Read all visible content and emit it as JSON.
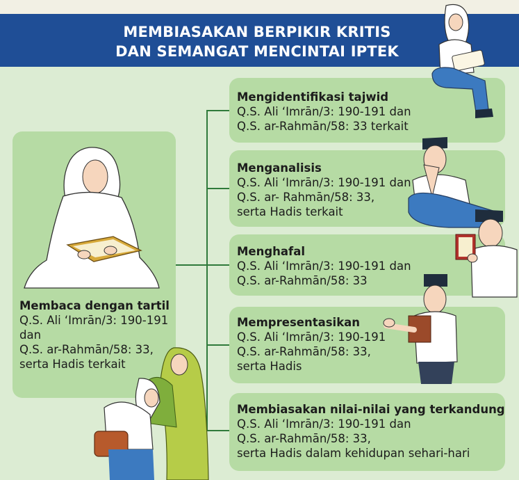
{
  "banner": {
    "line1": "MEMBIASAKAN BERPIKIR KRITIS",
    "line2": "DAN SEMANGAT MENCINTAI IPTEK"
  },
  "left_box": {
    "title": "Membaca dengan tartil",
    "lines": [
      "Q.S. Ali ‘Imrān/3: 190-191",
      "dan",
      "Q.S. ar-Rahmān/58: 33,",
      "serta Hadis terkait"
    ]
  },
  "boxes": [
    {
      "title": "Mengidentifikasi tajwid",
      "lines": [
        "Q.S. Ali ‘Imrān/3: 190-191 dan",
        "Q.S. ar-Rahmān/58: 33 terkait"
      ]
    },
    {
      "title": "Menganalisis",
      "lines": [
        "Q.S. Ali ‘Imrān/3: 190-191 dan",
        "Q.S. ar- Rahmān/58: 33,",
        "serta Hadis terkait"
      ]
    },
    {
      "title": "Menghafal",
      "lines": [
        "Q.S. Ali ‘Imrān/3: 190-191 dan",
        "Q.S. ar-Rahmān/58: 33"
      ]
    },
    {
      "title": "Mempresentasikan",
      "lines": [
        "Q.S. Ali ‘Imrān/3: 190-191",
        "Q.S. ar-Rahmān/58: 33,",
        "serta Hadis"
      ]
    },
    {
      "title": "Membiasakan nilai-nilai yang terkandung",
      "lines": [
        "Q.S. Ali ‘Imrān/3: 190-191 dan",
        "Q.S. ar-Rahmān/58: 33,",
        "serta Hadis dalam kehidupan sehari-hari"
      ]
    }
  ],
  "colors": {
    "banner": "#1f4e96",
    "background": "#dcecd3",
    "panel": "#b6dba4",
    "connector": "#2f7a3a"
  },
  "icons": [
    "girl-reading-icon",
    "woman-reading-quran-icon",
    "boy-thinking-icon",
    "boy-reading-icon",
    "boy-presenting-icon",
    "mother-daughter-hug-icon"
  ]
}
